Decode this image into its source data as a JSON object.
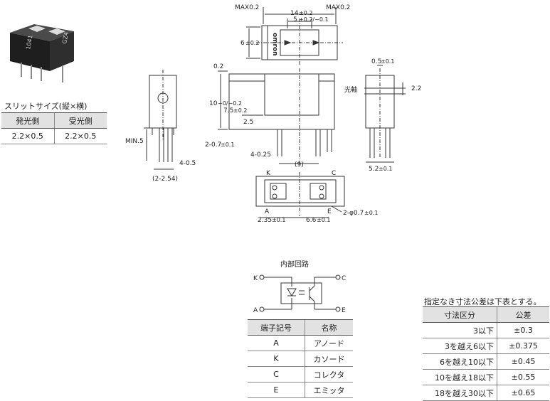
{
  "slit": {
    "caption": "スリットサイズ(縦×横)",
    "headers": [
      "発光側",
      "受光側"
    ],
    "rows": [
      [
        "2.2×0.5",
        "2.2×0.5"
      ]
    ]
  },
  "product": {
    "marks": [
      "1041",
      "GZ4"
    ]
  },
  "views": {
    "top": {
      "max_left": "MAX0.2",
      "max_right": "MAX0.2",
      "width": "14",
      "width_tol": "±0.2",
      "pitch": "5",
      "pitch_tol": "+0.2/−0.1",
      "depth": "6",
      "depth_tol": "±0.2",
      "brand": "omron"
    },
    "front": {
      "top_offset": "0.2",
      "height": "10",
      "height_tol": "−0/−0.2",
      "slit_height": "7.5",
      "slit_height_tol": "±0.2",
      "slit_width": "2.5",
      "mount": "2-0.7",
      "mount_tol": "±0.1",
      "pins": "4-0.25",
      "pin_span": "(9)"
    },
    "left": {
      "lead_min": "MIN.5",
      "pin_width": "4-0.5",
      "pin_pitch": "(2-2.54)"
    },
    "right": {
      "top_width": "0.5",
      "top_width_tol": "±0.1",
      "axis_label": "光軸",
      "axis_height": "2.2",
      "body_width": "5.2",
      "body_width_tol": "±0.1"
    },
    "bottom": {
      "terminal_k": "K",
      "terminal_c": "C",
      "terminal_a": "A",
      "terminal_e": "E",
      "hole": "2-φ0.7",
      "hole_tol": "±0.1",
      "offset": "2.35",
      "offset_tol": "±0.1",
      "spacing": "6.6",
      "spacing_tol": "±0.1"
    }
  },
  "circuit": {
    "title": "内部回路",
    "k": "K",
    "a": "A",
    "c": "C",
    "e": "E"
  },
  "terminals": {
    "headers": [
      "端子記号",
      "名称"
    ],
    "rows": [
      [
        "A",
        "アノード"
      ],
      [
        "K",
        "カソード"
      ],
      [
        "C",
        "コレクタ"
      ],
      [
        "E",
        "エミッタ"
      ]
    ]
  },
  "tolerance": {
    "caption": "指定なき寸法公差は下表とする。",
    "headers": [
      "寸法区分",
      "公差"
    ],
    "rows": [
      [
        "3以下",
        "±0.3"
      ],
      [
        "3を越え6以下",
        "±0.375"
      ],
      [
        "6を越え10以下",
        "±0.45"
      ],
      [
        "10を越え18以下",
        "±0.55"
      ],
      [
        "18を越え30以下",
        "±0.65"
      ]
    ]
  }
}
